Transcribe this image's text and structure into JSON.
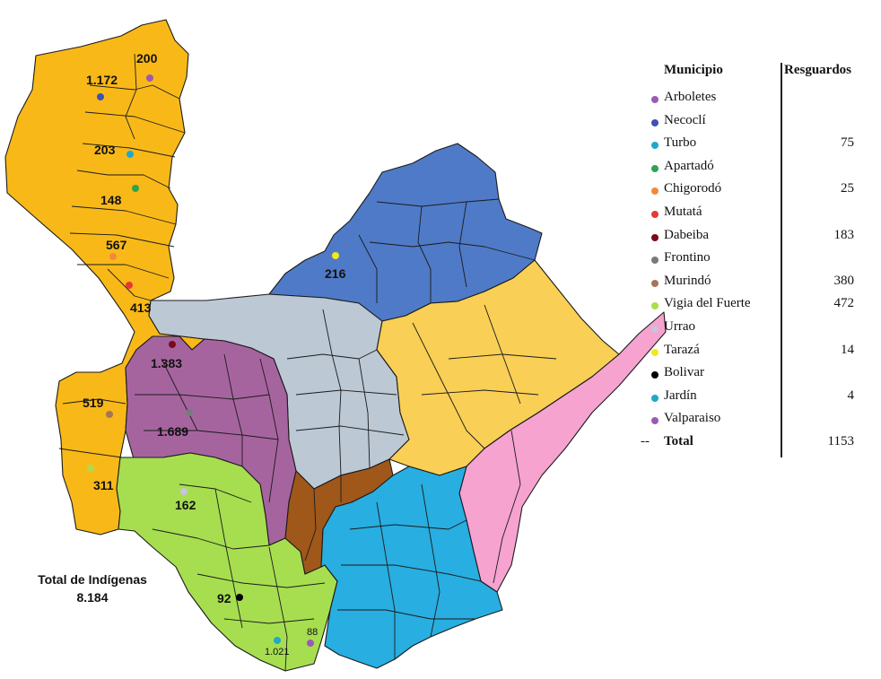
{
  "legend": {
    "col_municipio": "Municipio",
    "col_resguardos": "Resguardos",
    "rows": [
      {
        "name": "Arboletes",
        "value": "",
        "color": "#9b59b6"
      },
      {
        "name": "Necoclí",
        "value": "",
        "color": "#3f51b5"
      },
      {
        "name": "Turbo",
        "value": "75",
        "color": "#1fa9c9"
      },
      {
        "name": "Apartadó",
        "value": "",
        "color": "#2ea44f"
      },
      {
        "name": "Chigorodó",
        "value": "25",
        "color": "#f08a3e"
      },
      {
        "name": "Mutatá",
        "value": "",
        "color": "#e53935"
      },
      {
        "name": "Dabeiba",
        "value": "183",
        "color": "#7b0a1c"
      },
      {
        "name": "Frontino",
        "value": "",
        "color": "#7a7a7a"
      },
      {
        "name": "Murindó",
        "value": "380",
        "color": "#a5755a"
      },
      {
        "name": "Vigia del Fuerte",
        "value": "472",
        "color": "#a8e04a"
      },
      {
        "name": "Urrao",
        "value": "",
        "color": "#c9c3e0"
      },
      {
        "name": "Tarazá",
        "value": "14",
        "color": "#f3e81f"
      },
      {
        "name": "Bolivar",
        "value": "",
        "color": "#000000"
      },
      {
        "name": "Jardín",
        "value": "4",
        "color": "#1fa9c9"
      },
      {
        "name": "Valparaiso",
        "value": "",
        "color": "#9b59b6"
      }
    ],
    "total_dash": "--",
    "total_label": "Total",
    "total_value": "1153"
  },
  "map": {
    "labels": {
      "arboletes": "200",
      "necocli": "1.172",
      "turbo": "203",
      "apartado": "148",
      "chigorodo": "567",
      "mutata": "413",
      "dabeiba": "1.383",
      "frontino": "1.689",
      "murindo": "519",
      "vigia": "311",
      "urrao": "162",
      "taraza": "216",
      "bolivar": "92",
      "jardin": "1.021",
      "valparaiso": "88"
    },
    "total_title": "Total de Indígenas",
    "total_value": "8.184"
  },
  "colors": {
    "uraba_orange": "#f8b918",
    "northeast_blue": "#4f7ac7",
    "center_grey": "#bcc8d4",
    "northeast_yellow": "#f9cf55",
    "magdalena_pink": "#f6a3cf",
    "west_purple": "#a6649f",
    "southwest_green": "#a6de50",
    "center_brown": "#a0571a",
    "east_cyan": "#28aee0"
  }
}
